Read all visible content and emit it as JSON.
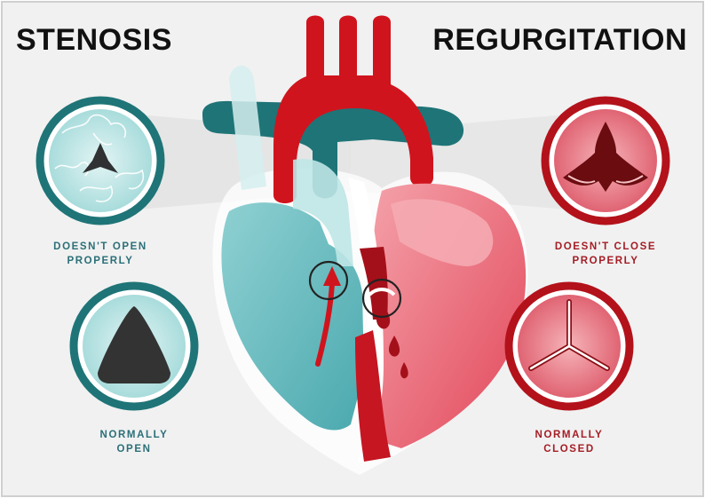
{
  "titles": {
    "left": "STENOSIS",
    "right": "REGURGITATION"
  },
  "labels": {
    "stenosis_abnormal": "DOESN'T OPEN\nPROPERLY",
    "stenosis_normal": "NORMALLY\nOPEN",
    "regurgitation_abnormal": "DOESN'T CLOSE\nPROPERLY",
    "regurgitation_normal": "NORMALLY\nCLOSED"
  },
  "colors": {
    "background": "#f1f1f1",
    "teal_dark": "#1f7477",
    "teal_light": "#a8dcdc",
    "red_dark": "#c0141d",
    "red_light": "#ea6a77",
    "valve_dark": "#333333"
  },
  "icons": [
    "arrow-up-icon"
  ]
}
